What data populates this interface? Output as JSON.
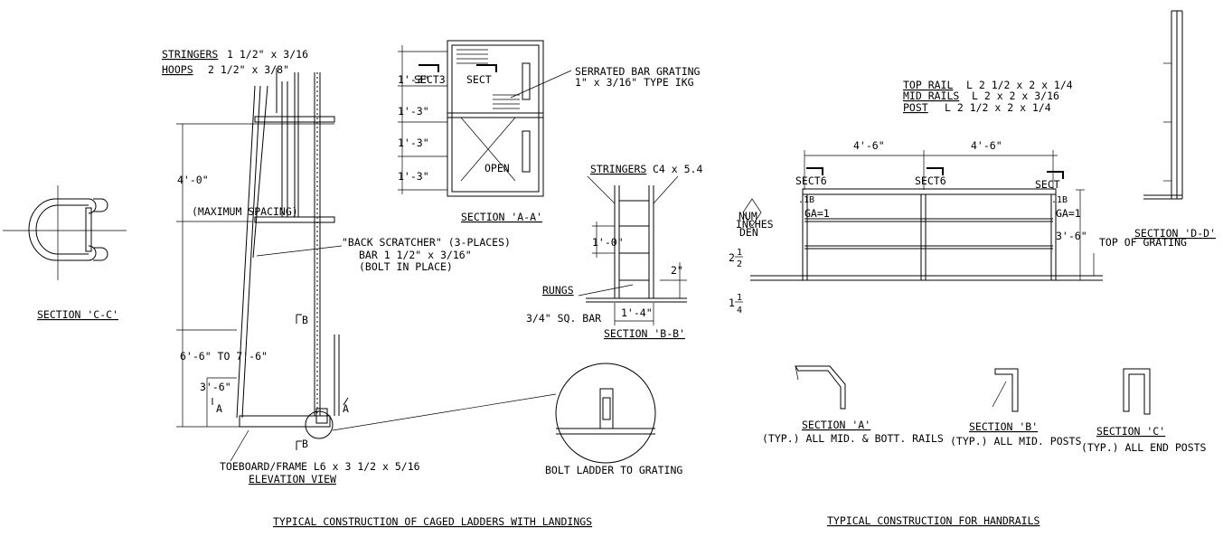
{
  "ladder": {
    "stringers_label": "STRINGERS",
    "stringers_spec": "1 1/2\" x 3/16",
    "hoops_label": "HOOPS",
    "hoops_spec": "2 1/2\" x 3/8\"",
    "dim_4_0": "4'-0\"",
    "max_spacing": "(MAXIMUM SPACING)",
    "back_scratcher": "\"BACK SCRATCHER\" (3-PLACES)",
    "back_scratcher_bar": "BAR 1 1/2\" x 3/16\"",
    "back_scratcher_bolt": "(BOLT IN PLACE)",
    "dim_6_6": "6'-6\" TO 7'-6\"",
    "dim_3_6": "3'-6\"",
    "toeboard": "TOEBOARD/FRAME L6 x 3 1/2 x 5/16",
    "elevation_view": "ELEVATION VIEW",
    "cut_a": "A",
    "cut_b": "B",
    "section_cc": "SECTION 'C-C'",
    "bolt_ladder": "BOLT LADDER TO GRATING"
  },
  "section_aa": {
    "serrated_1": "SERRATED BAR GRATING",
    "serrated_2": "1\" x 3/16\"  TYPE IKG",
    "dim_1_3": "1'-3\"",
    "sect3": "SECT3",
    "sect": "SECT",
    "open": "OPEN",
    "title": "SECTION 'A-A'"
  },
  "section_bb": {
    "stringers_label": "STRINGERS",
    "stringers_spec": "C4 x 5.4",
    "dim_1_0": "1'-0\"",
    "dim_2": "2\"",
    "rungs": "RUNGS",
    "bar": "3/4\" SQ. BAR",
    "dim_1_4": "1'-4\"",
    "title": "SECTION 'B-B'"
  },
  "handrail": {
    "top_rail_label": "TOP RAIL",
    "top_rail_spec": "L 2 1/2 x 2 x 1/4",
    "mid_rails_label": "MID RAILS",
    "mid_rails_spec": "L 2 x 2 x 3/16",
    "post_label": "POST",
    "post_spec": "L 2 1/2 x 2 x 1/4",
    "dim_4_6": "4'-6\"",
    "sect6": "SECT6",
    "sect": "SECT",
    "sect_1b": "SECT",
    "val_1b": ".1B",
    "num": "NUM",
    "inches": "INCHES",
    "den": "DEN",
    "ga": "GA=1",
    "dim_3_6": "3'-6\"",
    "top_of_grating": "TOP OF GRATING",
    "dim_2_1_2_whole": "2",
    "dim_2_1_2_num": "1",
    "dim_2_1_2_den": "2",
    "dim_1_1_4_whole": "1",
    "dim_1_1_4_num": "1",
    "dim_1_1_4_den": "4",
    "section_dd": "SECTION 'D-D'",
    "section_a": "SECTION 'A'",
    "section_a_note": "(TYP.) ALL MID. & BOTT. RAILS",
    "section_b": "SECTION 'B'",
    "section_b_note": "(TYP.) ALL MID. POSTS",
    "section_c": "SECTION 'C'",
    "section_c_note": "(TYP.) ALL END POSTS"
  },
  "titles": {
    "caged_ladders": "TYPICAL CONSTRUCTION OF CAGED LADDERS WITH LANDINGS",
    "handrails": "TYPICAL CONSTRUCTION FOR HANDRAILS"
  }
}
